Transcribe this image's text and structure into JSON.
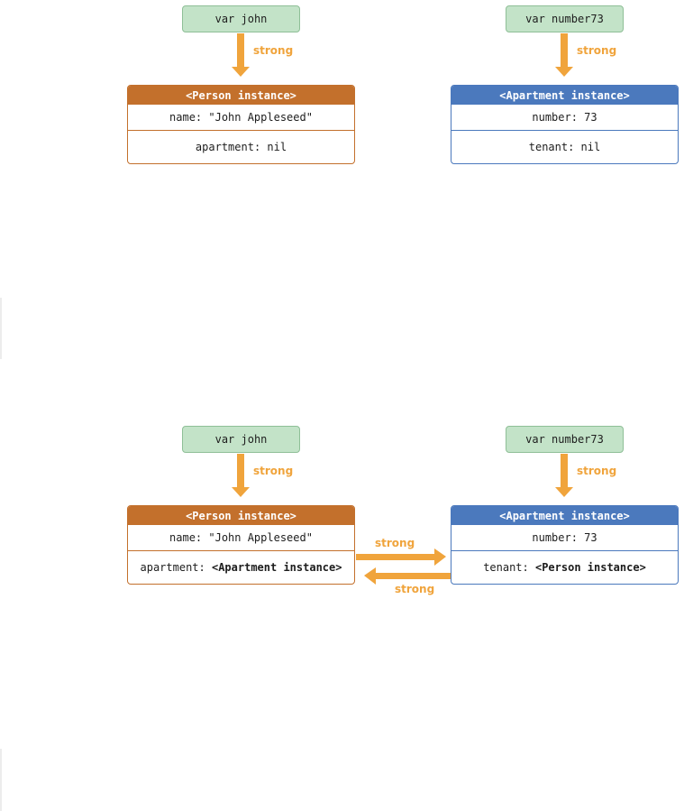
{
  "diagram_top": {
    "john_var": "var john",
    "number73_var": "var number73",
    "john_ref_label": "strong",
    "number73_ref_label": "strong",
    "person": {
      "header": "<Person instance>",
      "name_row": "name: \"John Appleseed\"",
      "apartment_row": "apartment: nil"
    },
    "apartment": {
      "header": "<Apartment instance>",
      "number_row": "number: 73",
      "tenant_row": "tenant: nil"
    }
  },
  "diagram_bottom": {
    "john_var": "var john",
    "number73_var": "var number73",
    "john_ref_label": "strong",
    "number73_ref_label": "strong",
    "person": {
      "header": "<Person instance>",
      "name_row": "name: \"John Appleseed\"",
      "apartment_key": "apartment: ",
      "apartment_value": "<Apartment instance>"
    },
    "apartment": {
      "header": "<Apartment instance>",
      "number_row": "number: 73",
      "tenant_key": "tenant: ",
      "tenant_value": "<Person instance>"
    },
    "person_to_apartment_label": "strong",
    "apartment_to_person_label": "strong"
  },
  "colors": {
    "variable_fill": "#c3e3c8",
    "person_accent": "#c3702c",
    "apartment_accent": "#4b79bd",
    "strong_arrow": "#f0a43c"
  }
}
